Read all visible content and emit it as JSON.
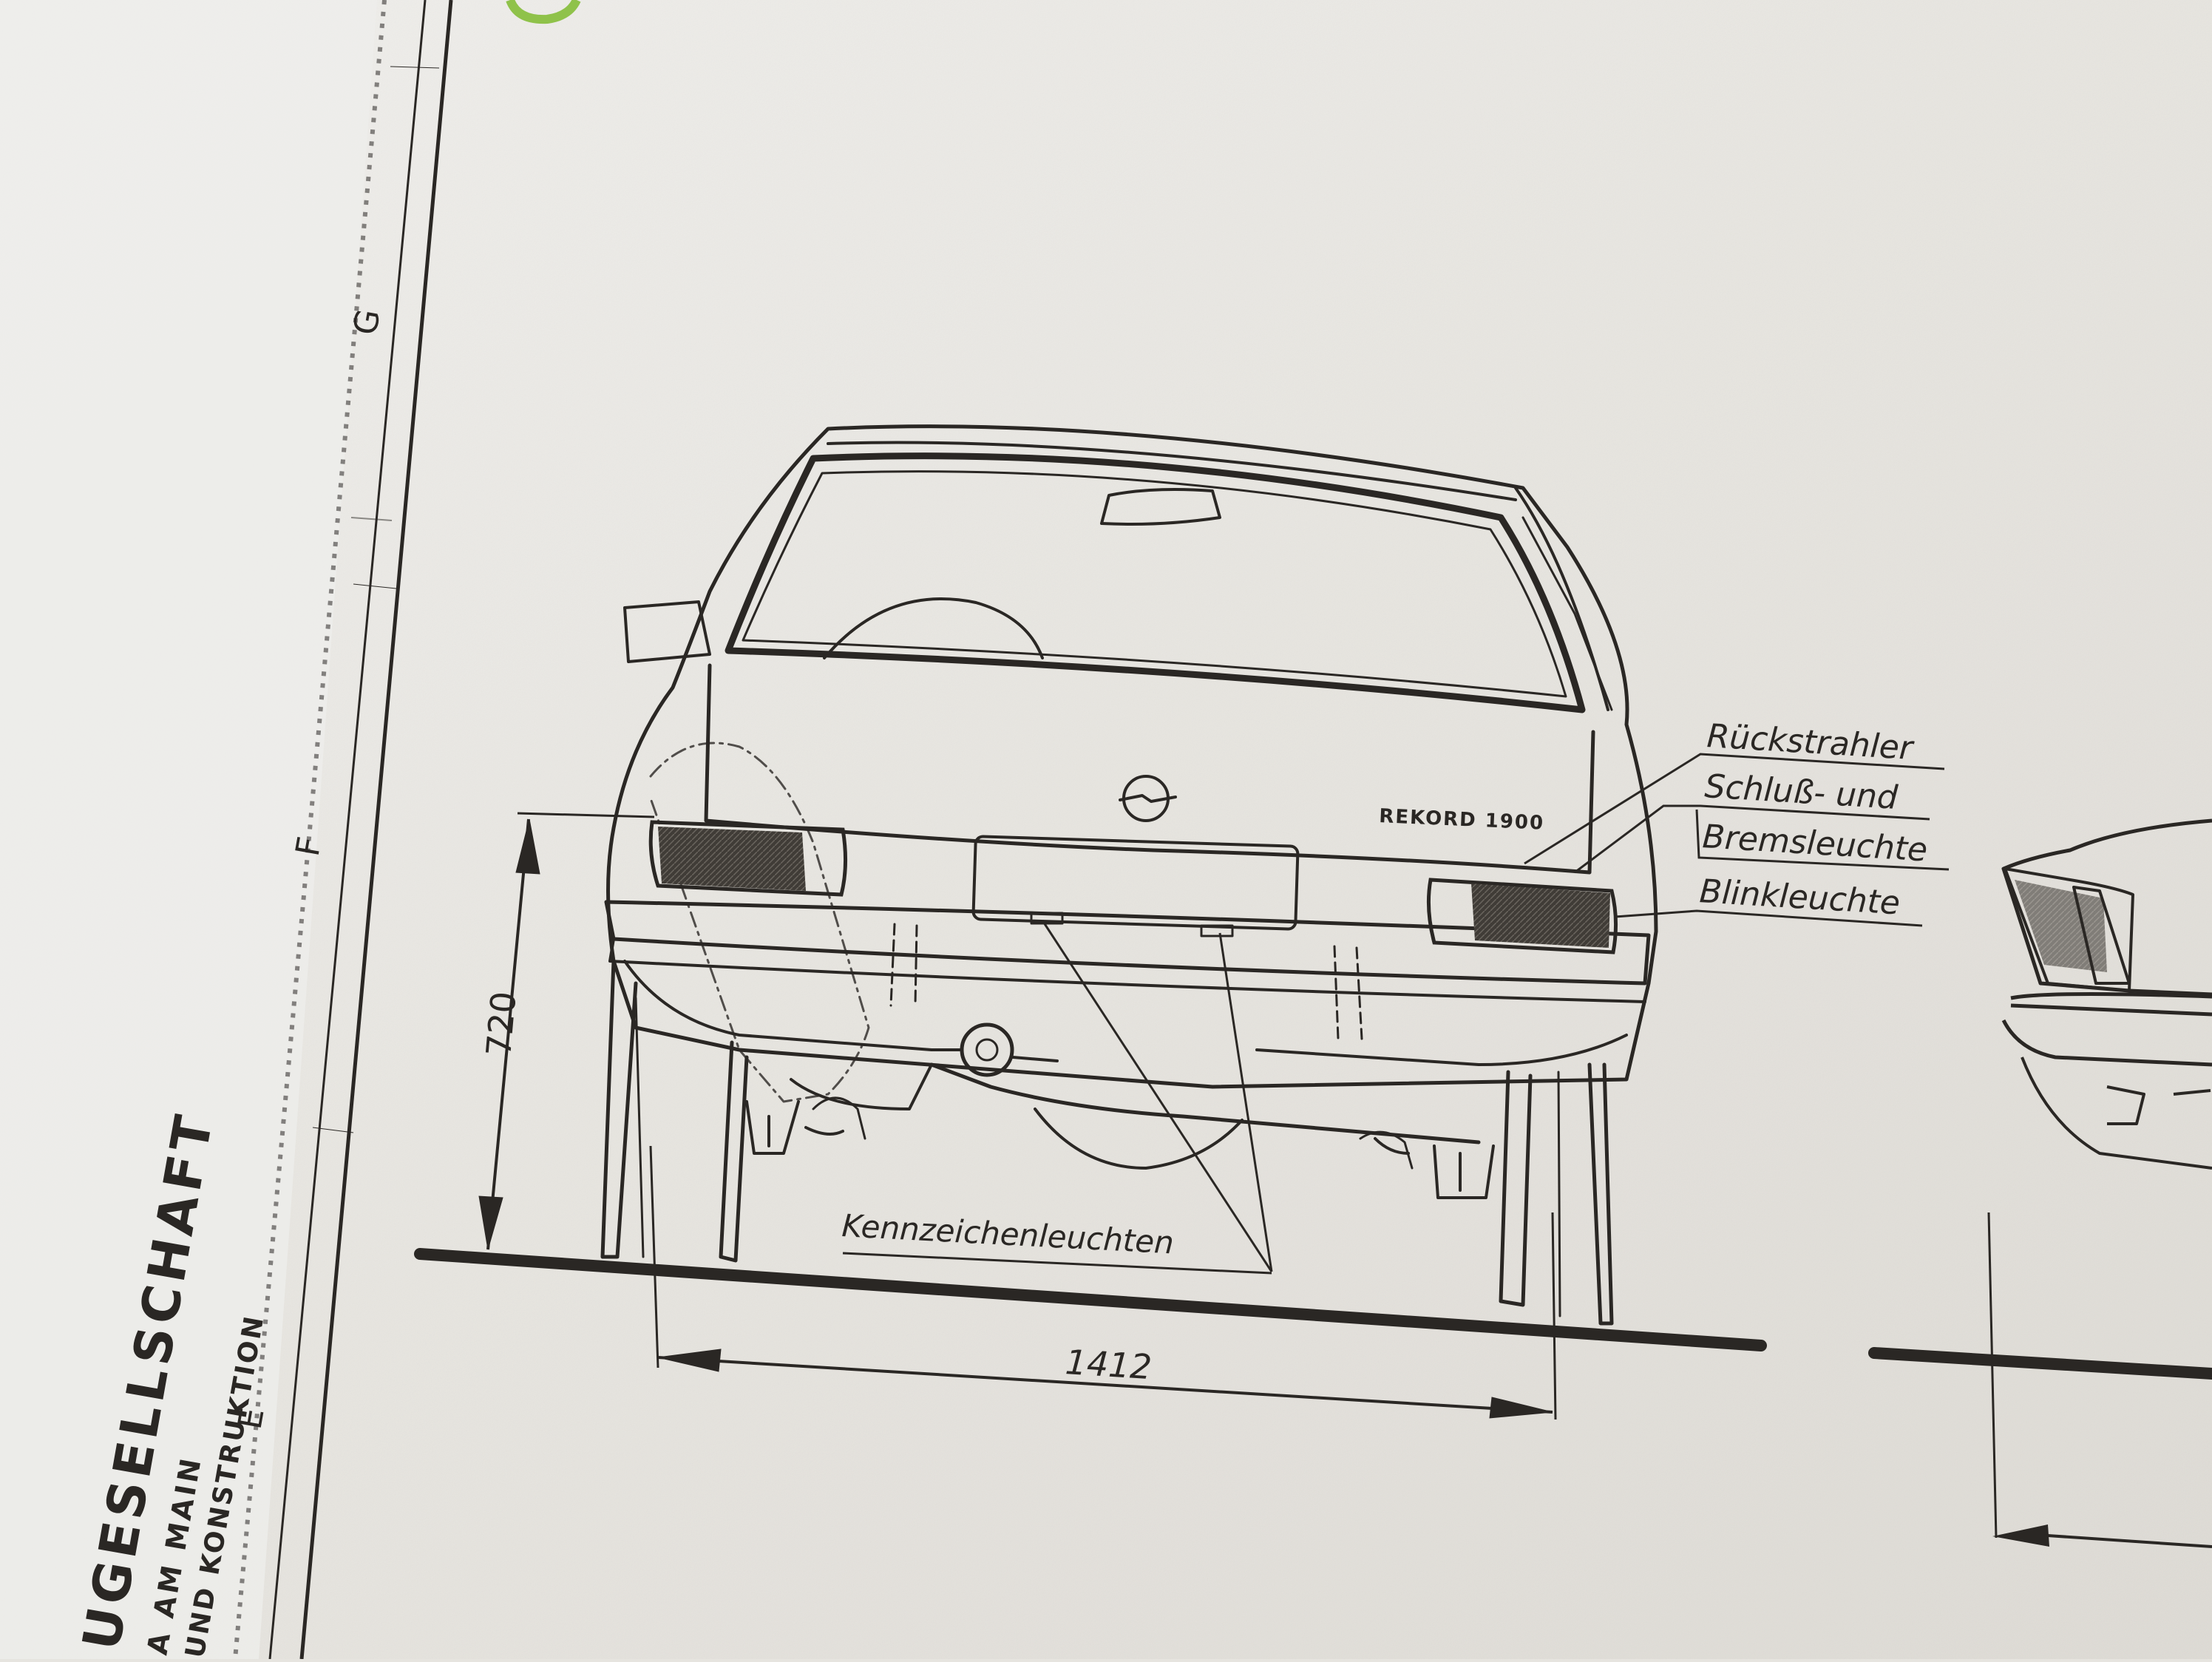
{
  "colors": {
    "paper": "#e9e7e2",
    "margin": "#eeeeec",
    "ink": "#2a2724",
    "lamp_fill": "#3b3834",
    "green_mark": "#8fc24a"
  },
  "frame": {
    "zone_letters": [
      "G",
      "F",
      "E"
    ]
  },
  "title_block": {
    "company": "UGESELLSCHAFT",
    "line_2": "A AM MAIN",
    "line_3": "UND KONSTRUKTION"
  },
  "drawing": {
    "badge": "REKORD 1900",
    "callouts": {
      "reflector": "Rückstrahler",
      "tail_1": "Schluß- und",
      "tail_2": "Bremsleuchte",
      "indicator": "Blinkleuchte",
      "plate_lamps": "Kennzeichenleuchten"
    },
    "dimensions": {
      "height": "720",
      "track": "1412"
    }
  }
}
